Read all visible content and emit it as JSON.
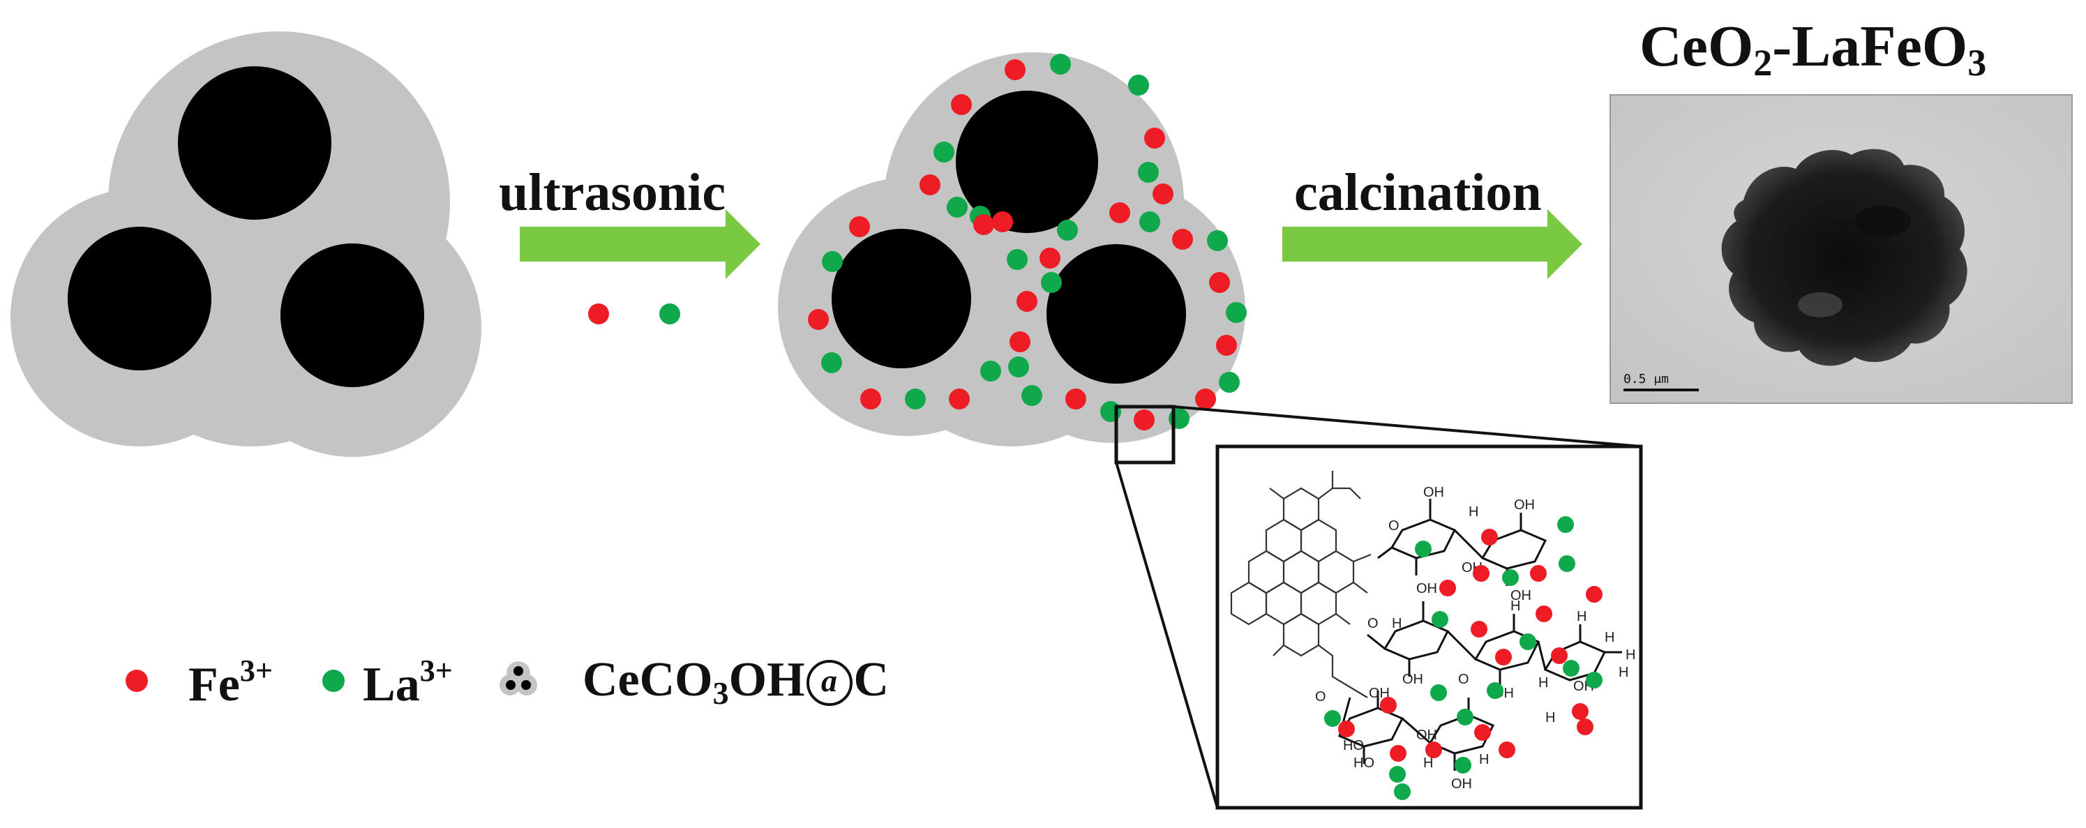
{
  "steps": {
    "first": "ultrasonic",
    "second": "calcination"
  },
  "product": {
    "label_main": "CeO",
    "label_sub1": "2",
    "label_mid": "-LaFeO",
    "label_sub2": "3"
  },
  "tem_image": {
    "scale_label": "0.5 μm"
  },
  "legend": {
    "fe_main": "Fe",
    "fe_charge": "3+",
    "la_main": "La",
    "la_charge": "3+",
    "template_a": "CeCO",
    "template_sub": "3",
    "template_b": "OH",
    "template_at": "a",
    "template_c": "C"
  },
  "molecule_labels": {
    "oh": "OH",
    "ho": "HO",
    "h": "H",
    "o": "O"
  },
  "colors": {
    "fe_ion": "#ee1c25",
    "la_ion": "#0fa84a",
    "shell": "#c4c4c4",
    "core": "#000000",
    "arrow": "#7ac943",
    "frame": "#111111"
  }
}
